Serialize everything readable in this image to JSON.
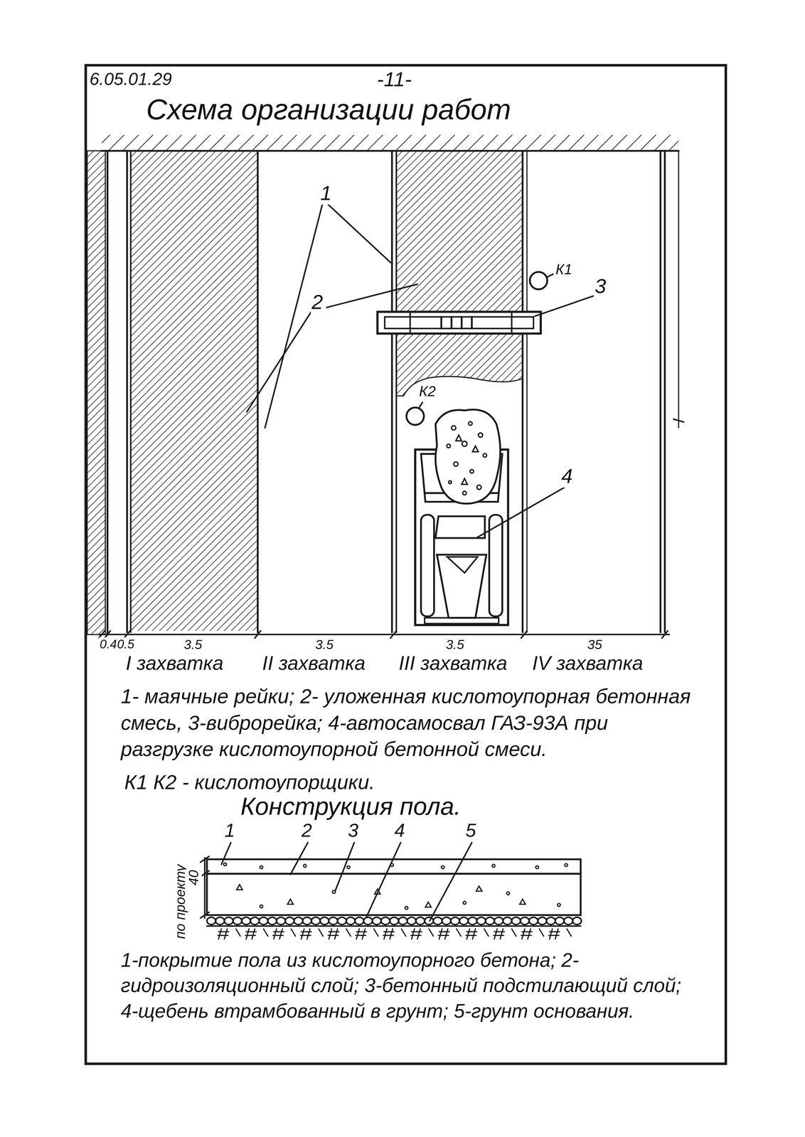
{
  "diagram": {
    "title": "Схема организации работ",
    "labels": [
      "6.05.01.29",
      "-11-",
      "1",
      "2",
      "К1",
      "3",
      "К2",
      "4",
      "0.4",
      "0.5",
      "3.5",
      "3.5",
      "3.5",
      "35",
      "I захватка",
      "II захватка",
      "III захватка",
      "IV захватка",
      "1- маячные рейки; 2- уложенная кислотоупорная бетонная смесь, 3-виброрейка; 4-автосамосвал ГАЗ-93А при разгрузке кислотоупорной бетонной смеси.",
      "К1 К2 - кислотоупорщики.",
      "Конструкция пола.",
      "1",
      "2",
      "3",
      "4",
      "5",
      "по проекту",
      "40",
      "1-покрытие пола из кислотоупорного бетона; 2-гидроизоляционный слой; 3-бетонный подстилающий слой; 4-щебень втрамбованный в грунт; 5-грунт основания."
    ]
  }
}
